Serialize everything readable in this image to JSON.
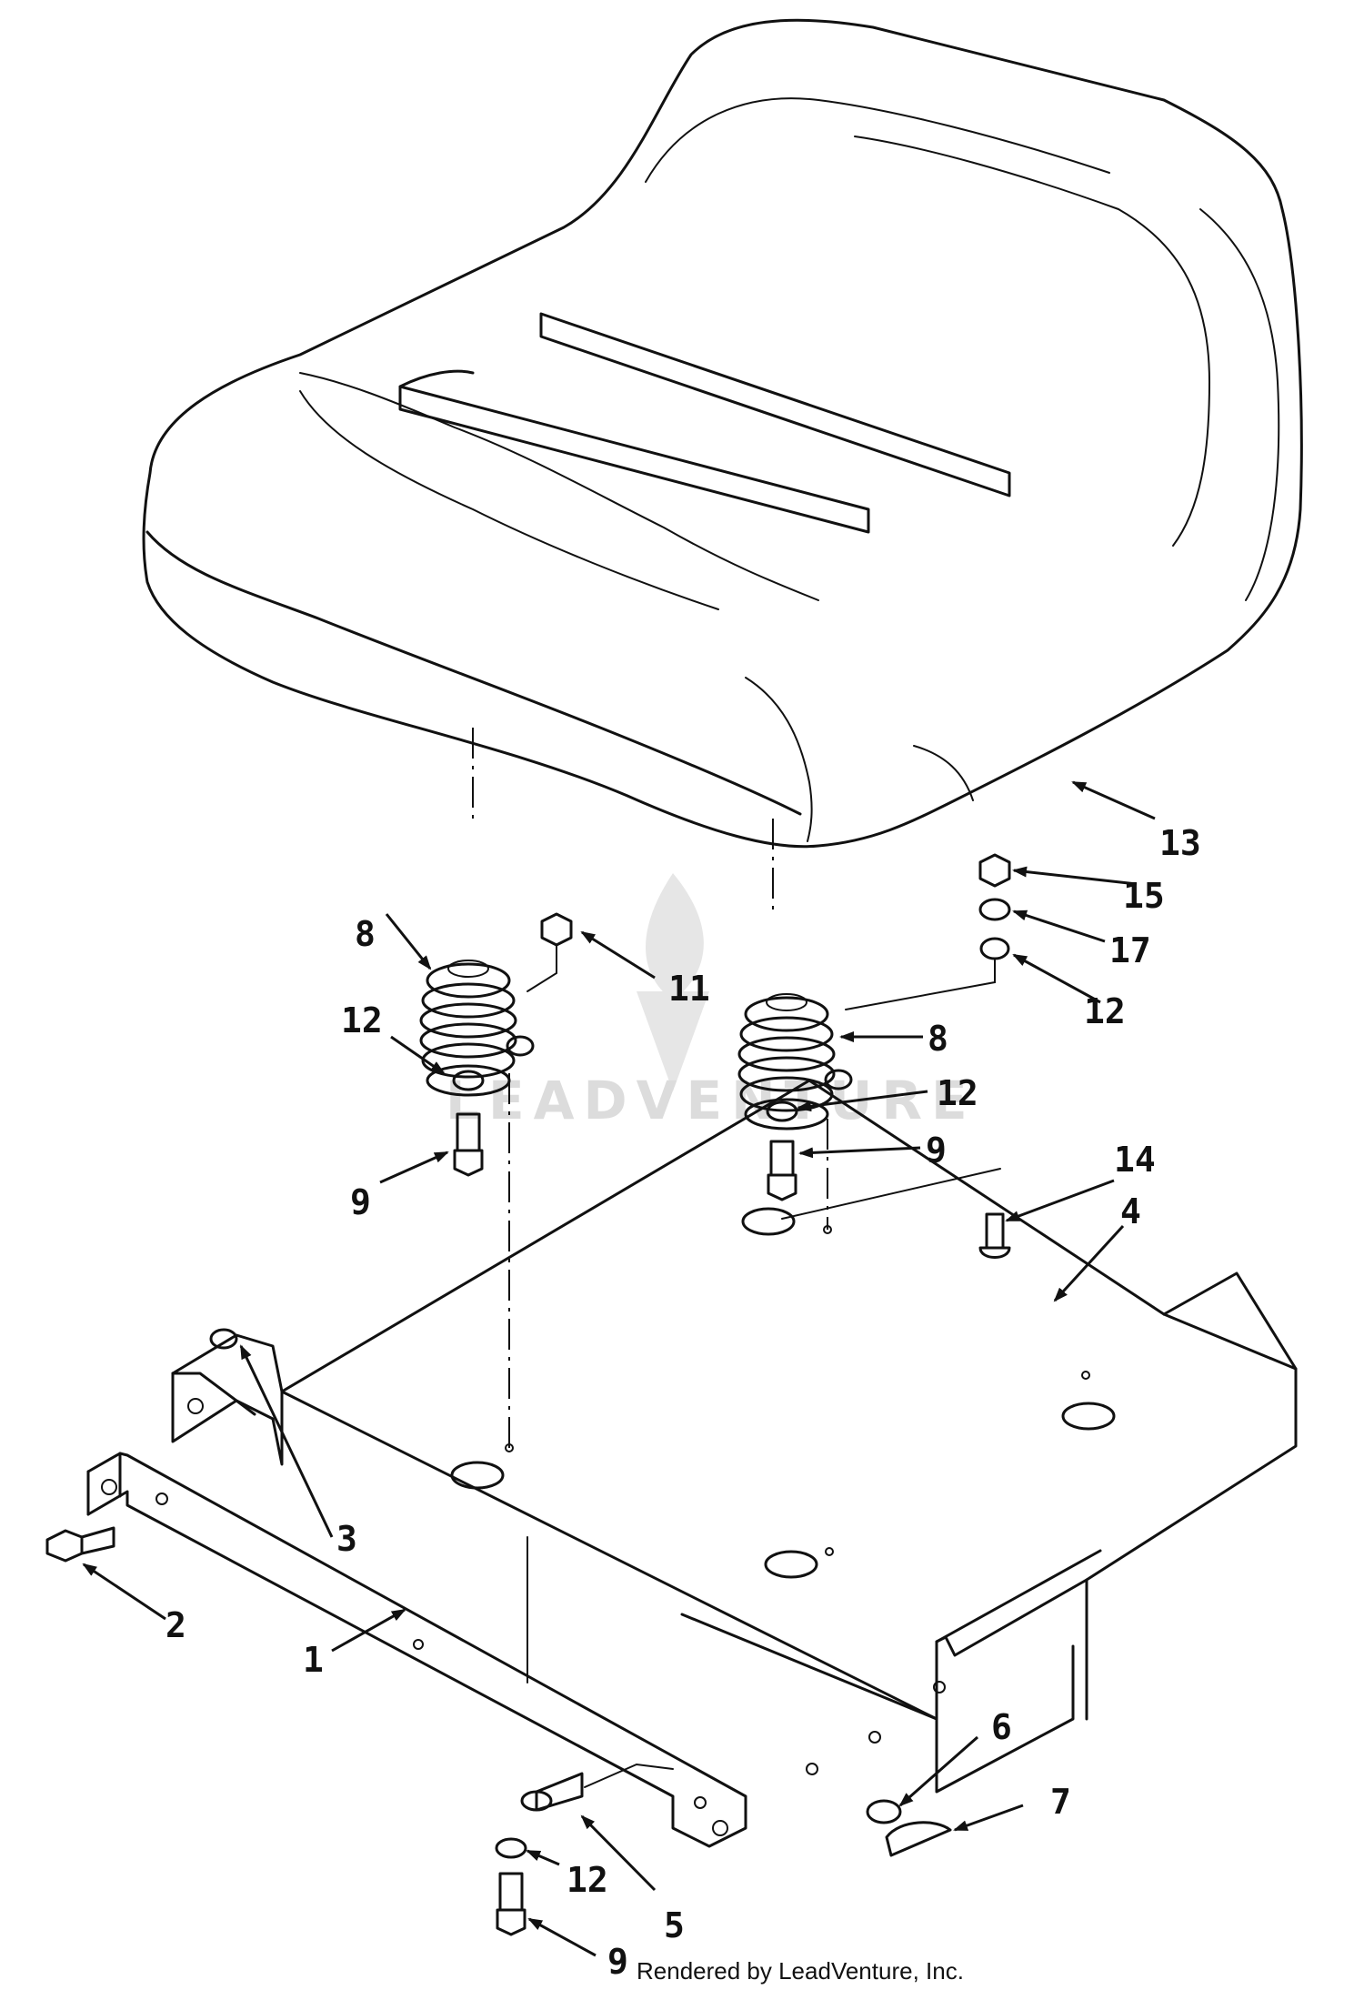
{
  "watermark": "LEADVENTURE",
  "footer": "Rendered by LeadVenture, Inc.",
  "callouts": {
    "c13": "13",
    "c15": "15",
    "c17": "17",
    "c12_right": "12",
    "c8_left": "8",
    "c11": "11",
    "c12_left": "12",
    "c8_right": "8",
    "c12_center": "12",
    "c9_left": "9",
    "c9_center": "9",
    "c14": "14",
    "c4": "4",
    "c3": "3",
    "c2": "2",
    "c1": "1",
    "c6": "6",
    "c7": "7",
    "c12_bottom": "12",
    "c5": "5",
    "c9_bottom": "9"
  },
  "colors": {
    "ink": "#111111",
    "background": "#ffffff",
    "watermark": "#dcdcdc"
  }
}
